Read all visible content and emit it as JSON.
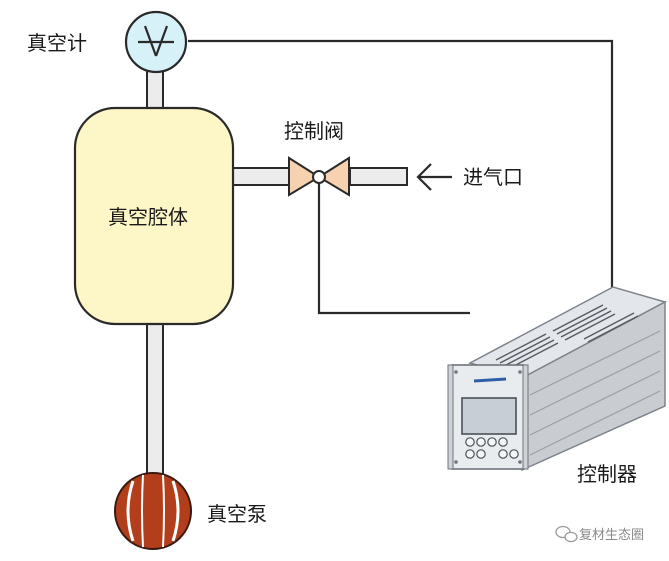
{
  "labels": {
    "vacuum_gauge": "真空计",
    "control_valve": "控制阀",
    "chamber": "真空腔体",
    "gas_inlet": "进气口",
    "controller": "控制器",
    "vacuum_pump": "真空泵"
  },
  "watermark": "复材生态圈",
  "colors": {
    "chamber_fill": "#fdf7c8",
    "gauge_fill": "#d7f1f8",
    "valve_fill": "#f7d2b0",
    "pump_fill": "#b33e1c",
    "pipe_fill": "#ececec",
    "line": "#2a2a2a"
  },
  "icons": [
    "gauge-symbol-icon",
    "valve-icon",
    "inlet-arrow-icon",
    "pump-icon",
    "controller-device-icon",
    "wechat-icon"
  ]
}
